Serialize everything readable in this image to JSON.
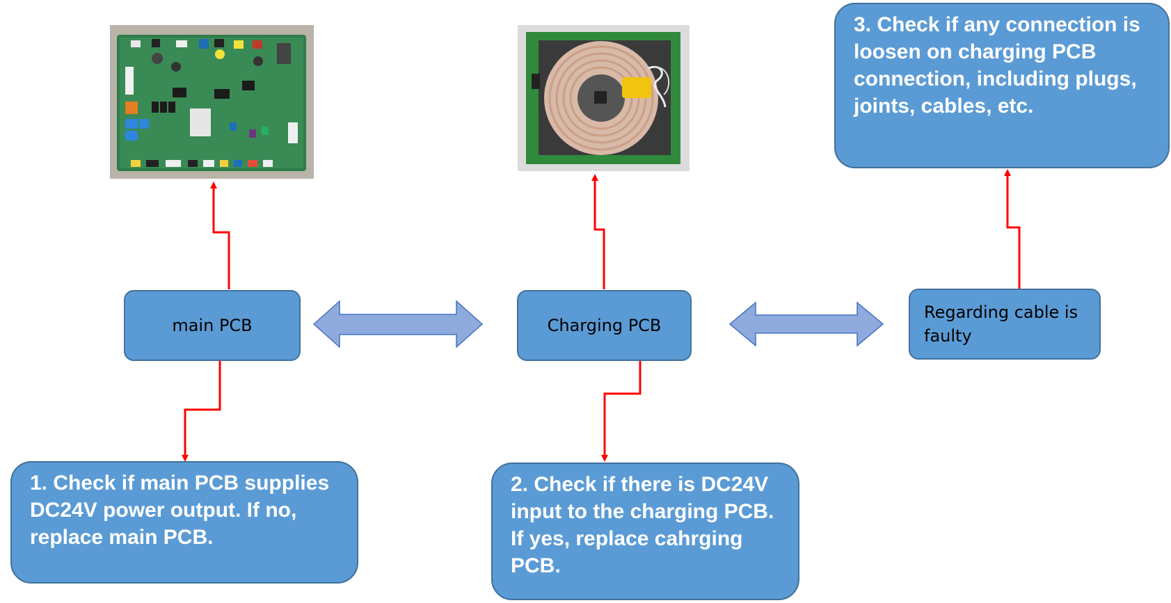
{
  "nodes": {
    "main_pcb": "main PCB",
    "charging_pcb": "Charging PCB",
    "cable": "Regarding cable is faulty"
  },
  "steps": {
    "step1": "1. Check if main PCB supplies DC24V power output. If no, replace main PCB.",
    "step2": "2. Check if there is DC24V input to the charging PCB. If yes, replace cahrging PCB.",
    "step3": "3. Check if any connection is loosen on charging PCB connection, including plugs, joints, cables, etc."
  },
  "colors": {
    "box_fill": "#5b9bd5",
    "box_border": "#41719c",
    "connector_line": "#ff0000",
    "double_arrow_fill": "#8faadc",
    "double_arrow_border": "#4472c4"
  },
  "images": {
    "main_pcb_photo": "main-pcb-photo",
    "charging_pcb_photo": "charging-coil-pcb-photo"
  }
}
